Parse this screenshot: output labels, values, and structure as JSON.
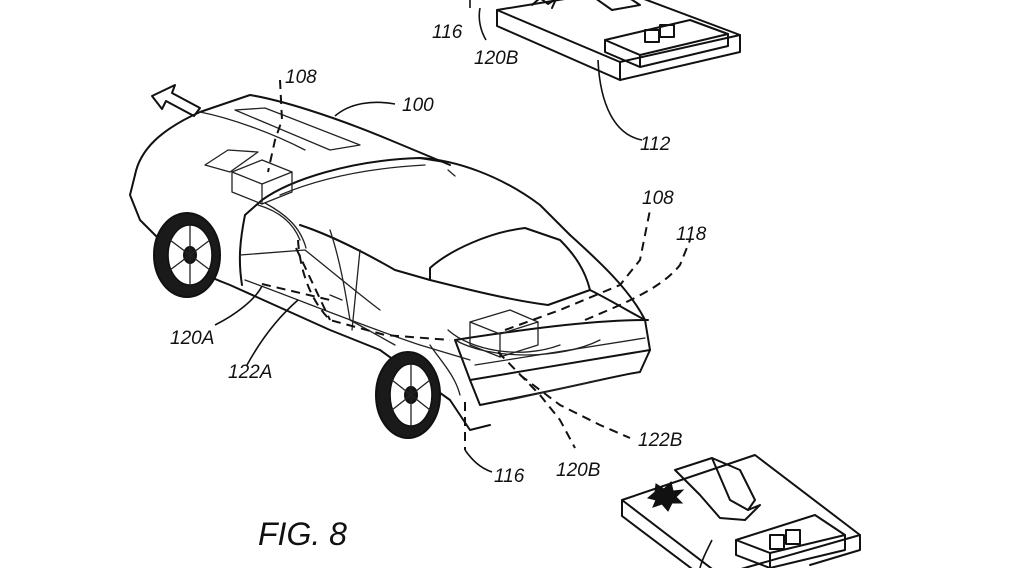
{
  "figure": {
    "caption": "FIG. 8",
    "labels": {
      "car": "100",
      "controller_front": "108",
      "controller_rear": "108",
      "line_118": "118",
      "sensor_120a": "120A",
      "wire_122a": "122A",
      "wire_122b": "122B",
      "sensor_120b_bottom": "120B",
      "bumper_116_bottom": "116",
      "sensor_120b_top": "120B",
      "bumper_116_top": "116",
      "device_112": "112"
    },
    "icons": [
      "direction-arrow-icon",
      "impact-starburst-icon"
    ]
  }
}
